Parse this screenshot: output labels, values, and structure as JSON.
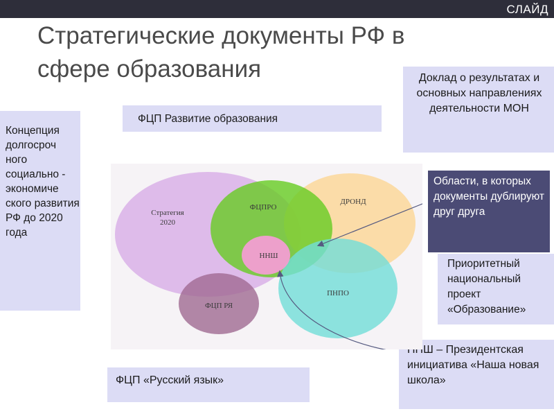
{
  "header": {
    "slide_label": "СЛАЙД"
  },
  "title": "Стратегические документы РФ в сфере образования",
  "boxes": {
    "concept": "Концепция долгосроч ного социально - экономиче ского развития РФ до 2020 года",
    "fcp_education": "ФЦП Развитие образования",
    "report": "Доклад о результатах и основных направлениях деятельности МОН",
    "overlap_areas": "Области, в которых документы дублируют друг друга",
    "priority_project": "Приоритетный национальный проект «Образование»",
    "nnsh": "ННШ – Президентская инициатива «Наша новая школа»",
    "fcp_russian": "ФЦП «Русский язык»"
  },
  "diagram": {
    "strategy": "Стратегия 2020",
    "fcpro": "ФЦПРО",
    "dronde": "ДРОНД",
    "nnsh": "ННШ",
    "pnpo": "ПНПО",
    "fcp_rya": "ФЦП РЯ"
  },
  "colors": {
    "strategy": "#d9b0e8",
    "fcpro": "#66cc22",
    "dronde": "#fbd79a",
    "nnsh": "#f39ed2",
    "pnpo": "#72ddd8",
    "fcp_rya": "#a06a92",
    "box_bg": "#dcdcf5",
    "box_dark": "#4b4b75",
    "topbar": "#2e2e3a"
  }
}
